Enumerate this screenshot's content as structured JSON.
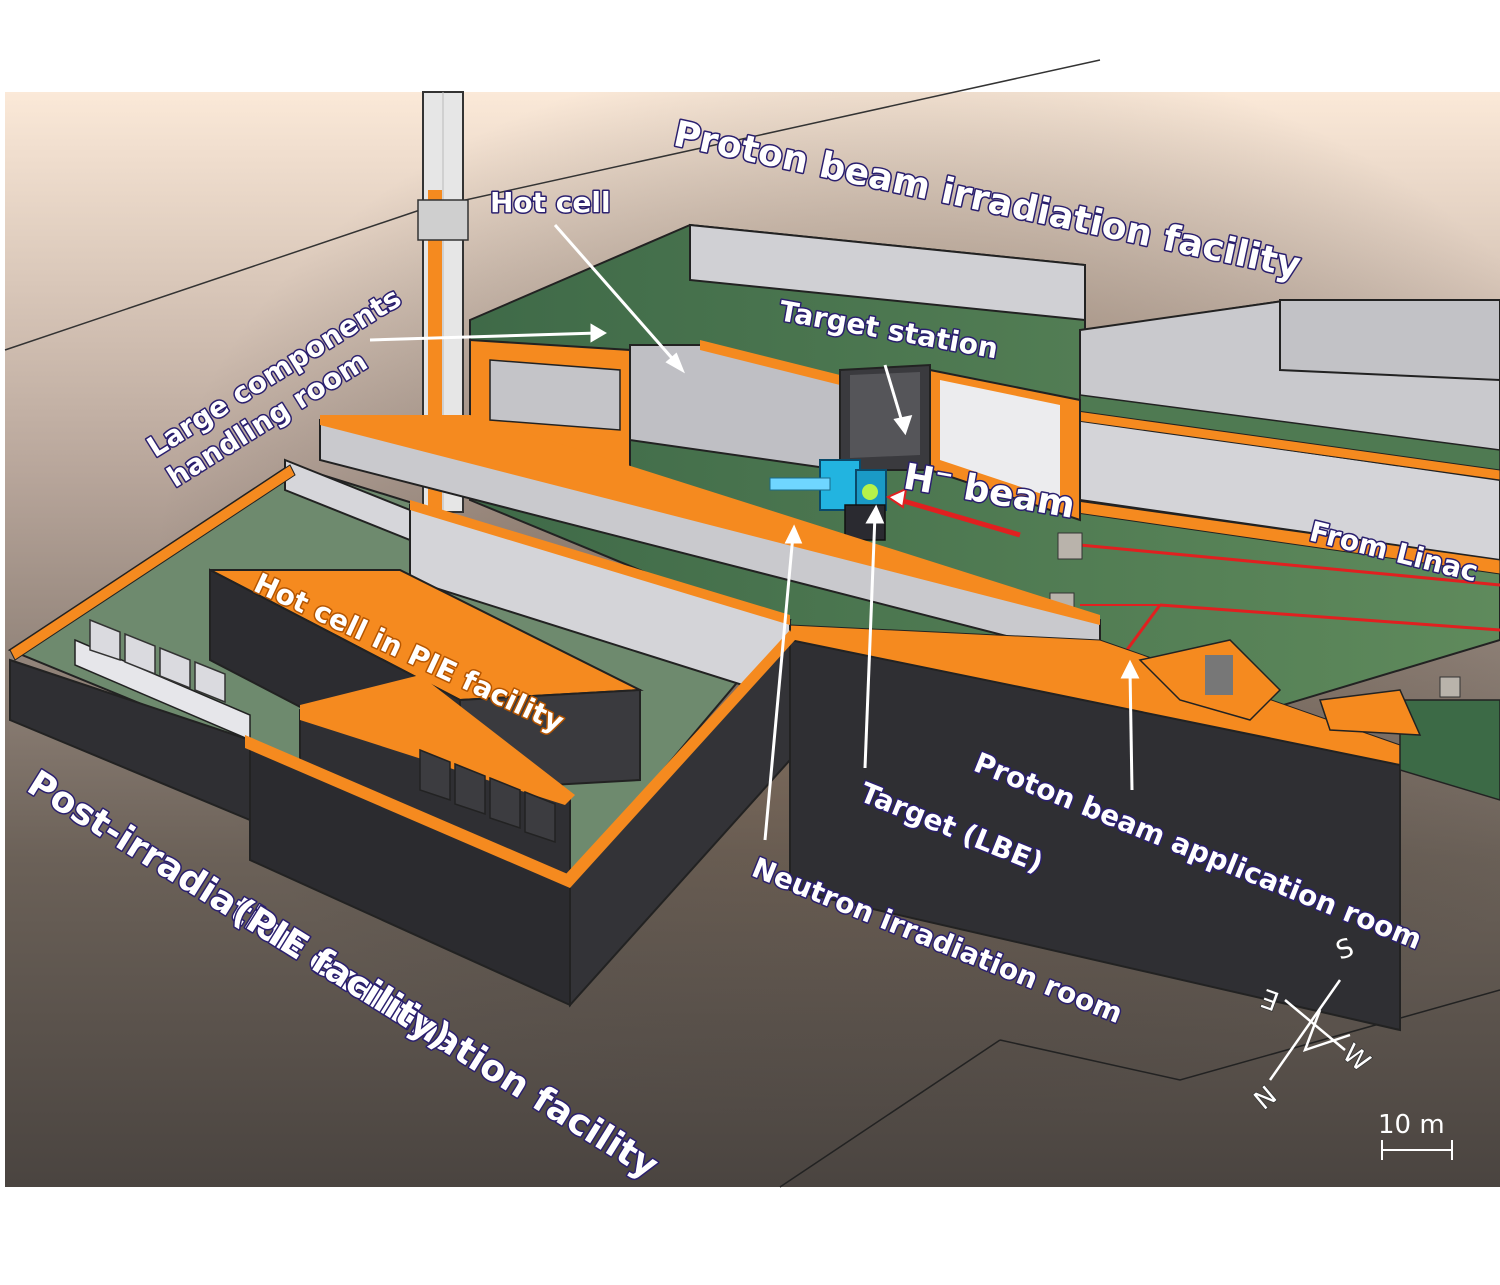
{
  "labels": {
    "proton_beam_facility": "Proton beam irradiation facility",
    "hot_cell": "Hot cell",
    "target_station": "Target station",
    "large_components_line1": "Large components",
    "large_components_line2": "handling room",
    "h_beam_main": "H",
    "h_beam_sup": "−",
    "h_beam_rest": " beam",
    "from_linac": "From Linac",
    "hot_cell_pie": "Hot cell in PIE facility",
    "proton_beam_app_room": "Proton beam application room",
    "target_lbe": "Target (LBE)",
    "neutron_room": "Neutron irradiation room",
    "pie_line1": "Post-irradiation examination facility",
    "pie_line2": "(PIE facility)"
  },
  "compass": {
    "s": "S",
    "e": "E",
    "w": "W",
    "n": "N"
  },
  "scale_bar": {
    "label": "10 m"
  },
  "colors": {
    "wall_orange": "#f58a1f",
    "floor_green": "#4f7a52",
    "wall_grey": "#c8c8cc",
    "wall_dark": "#3a3a3e",
    "beam_red": "#e02020",
    "target_cyan": "#22b4e0"
  }
}
